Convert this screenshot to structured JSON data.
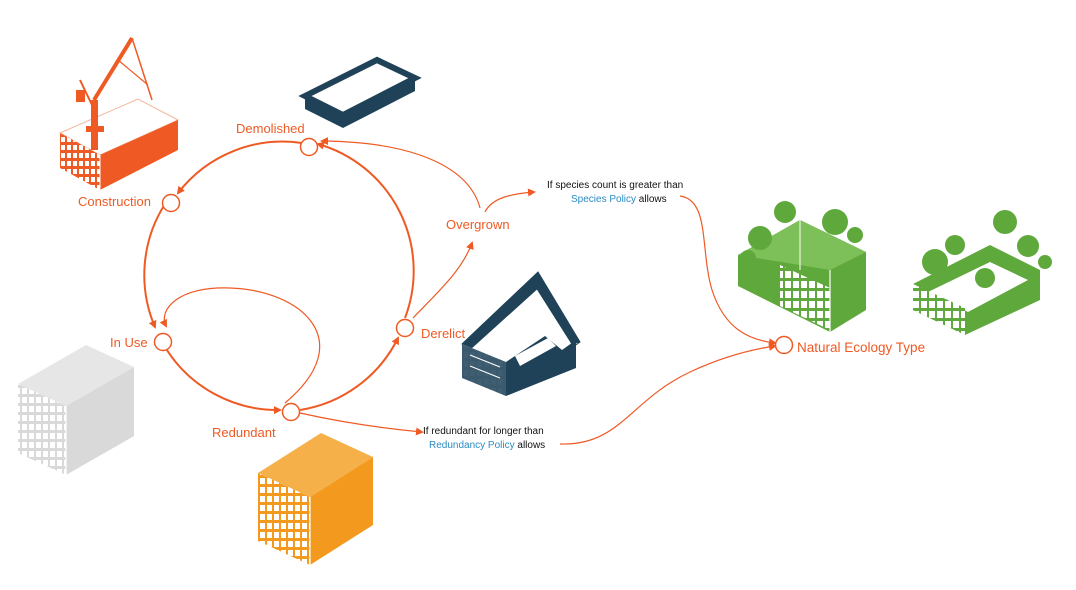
{
  "colors": {
    "cycle": "#ef5a24",
    "construction": "#ef5a24",
    "demolished": "#1f4258",
    "derelict": "#1f4258",
    "in_use": "#d9d9d9",
    "redundant": "#f39a1e",
    "ecology": "#5fa83c",
    "policy_text": "#2a8cc4",
    "condition_text": "#111111"
  },
  "stages": {
    "demolished": "Demolished",
    "construction": "Construction",
    "in_use": "In Use",
    "redundant": "Redundant",
    "derelict": "Derelict",
    "overgrown": "Overgrown"
  },
  "conditions": {
    "species": {
      "line1": "If species count is greater than",
      "policy": "Species Policy",
      "suffix": " allows"
    },
    "redundancy": {
      "line1": "If redundant for longer than",
      "policy": "Redundancy Policy",
      "suffix": " allows"
    }
  },
  "outcome": {
    "label": "Natural Ecology Type"
  },
  "icons": {
    "construction": "crane-building-icon",
    "demolished": "empty-foundation-icon",
    "in_use": "building-in-use-icon",
    "redundant": "redundant-building-icon",
    "derelict": "derelict-ruin-icon",
    "ecology_1": "overgrown-building-icon",
    "ecology_2": "overgrown-ruin-icon"
  }
}
